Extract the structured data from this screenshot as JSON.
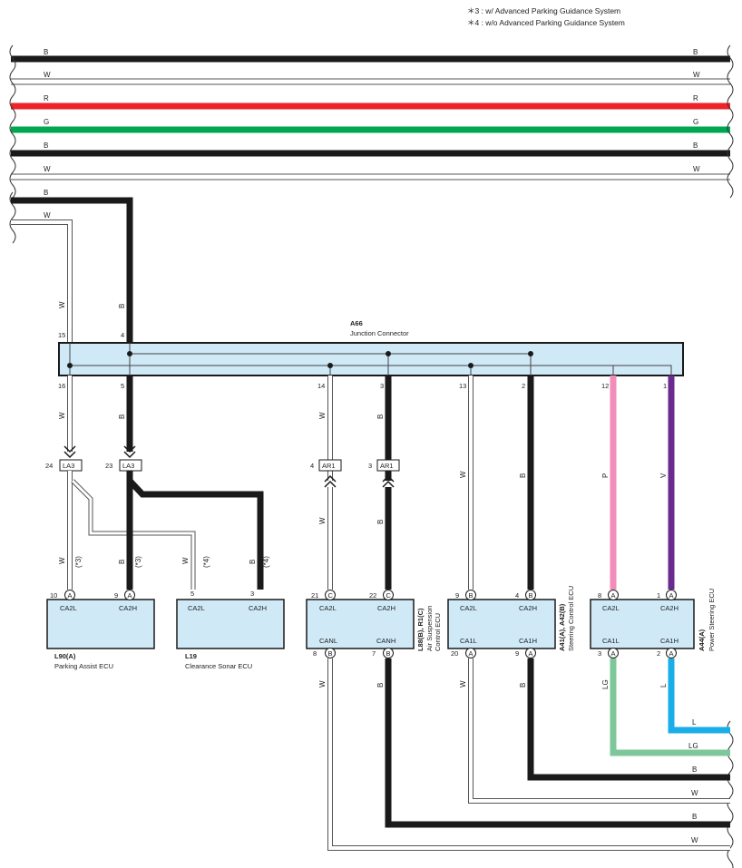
{
  "notes": [
    "＊3 : w/ Advanced Parking Guidance System",
    "＊4 : w/o Advanced Parking Guidance System"
  ],
  "colors": {
    "black": "#1a1a1a",
    "red": "#ee2228",
    "green": "#00a651",
    "pink": "#f28cb8",
    "purple": "#6a2a8e",
    "light_green": "#7cc89a",
    "blue": "#1aaee8",
    "connector_fill": "#cfe9f7"
  },
  "bus_wires": [
    {
      "left": "B",
      "right": "B"
    },
    {
      "left": "W",
      "right": "W"
    },
    {
      "left": "R",
      "right": "R"
    },
    {
      "left": "G",
      "right": "G"
    },
    {
      "left": "B",
      "right": "B"
    },
    {
      "left": "W",
      "right": "W"
    }
  ],
  "left_feed_wires": [
    "B",
    "W"
  ],
  "junction": {
    "code": "A66",
    "name": "Junction Connector",
    "top_pins": [
      "15",
      "4"
    ],
    "bottom_pins": [
      "16",
      "5",
      "14",
      "3",
      "13",
      "2",
      "12",
      "1"
    ]
  },
  "wire_colors": {
    "p15": "W",
    "p4": "B",
    "p16": "W",
    "p5": "B",
    "p14": "W",
    "p3": "B",
    "p13": "W",
    "p2": "B",
    "p12": "P",
    "p1": "V",
    "la3_w1": "W",
    "la3_b1": "B",
    "la3_w2": "W",
    "la3_b2": "B",
    "ar1_w": "W",
    "ar1_b": "B",
    "air_canl": "W",
    "air_canh": "B",
    "steer_ca1l": "W",
    "steer_ca1h": "B",
    "ps_ca1l": "LG",
    "ps_ca1h": "L"
  },
  "inline_connectors": [
    {
      "name": "LA3",
      "pin": "24"
    },
    {
      "name": "LA3",
      "pin": "23"
    },
    {
      "name": "AR1",
      "pin": "4"
    },
    {
      "name": "AR1",
      "pin": "3"
    }
  ],
  "conditions": {
    "c1": "(*3)",
    "c2": "(*3)",
    "c3": "(*4)",
    "c4": "(*4)"
  },
  "ecus": {
    "parking_assist": {
      "code": "L90(A)",
      "name": "Parking Assist ECU",
      "pins": [
        {
          "num": "10",
          "conn": "A",
          "label": "CA2L"
        },
        {
          "num": "9",
          "conn": "A",
          "label": "CA2H"
        }
      ]
    },
    "clearance_sonar": {
      "code": "L19",
      "name": "Clearance Sonar ECU",
      "pins": [
        {
          "num": "5",
          "label": "CA2L"
        },
        {
          "num": "3",
          "label": "CA2H"
        }
      ]
    },
    "air_suspension": {
      "code": "L88(B), R1(C)",
      "name_line1": "Air Suspension",
      "name_line2": "Control ECU",
      "top_pins": [
        {
          "num": "21",
          "conn": "C",
          "label": "CA2L"
        },
        {
          "num": "22",
          "conn": "C",
          "label": "CA2H"
        }
      ],
      "bottom_pins": [
        {
          "num": "8",
          "conn": "B",
          "label": "CANL"
        },
        {
          "num": "7",
          "conn": "B",
          "label": "CANH"
        }
      ]
    },
    "steering": {
      "code": "A41(A), A42(B)",
      "name": "Steering Control ECU",
      "top_pins": [
        {
          "num": "9",
          "conn": "B",
          "label": "CA2L"
        },
        {
          "num": "4",
          "conn": "B",
          "label": "CA2H"
        }
      ],
      "bottom_pins": [
        {
          "num": "20",
          "conn": "A",
          "label": "CA1L"
        },
        {
          "num": "9",
          "conn": "A",
          "label": "CA1H"
        }
      ]
    },
    "power_steering": {
      "code": "A44(A)",
      "name": "Power Steering ECU",
      "top_pins": [
        {
          "num": "8",
          "conn": "A",
          "label": "CA2L"
        },
        {
          "num": "1",
          "conn": "A",
          "label": "CA2H"
        }
      ],
      "bottom_pins": [
        {
          "num": "3",
          "conn": "A",
          "label": "CA1L"
        },
        {
          "num": "2",
          "conn": "A",
          "label": "CA1H"
        }
      ]
    }
  },
  "right_exits": [
    "L",
    "LG",
    "B",
    "W",
    "B",
    "W"
  ]
}
